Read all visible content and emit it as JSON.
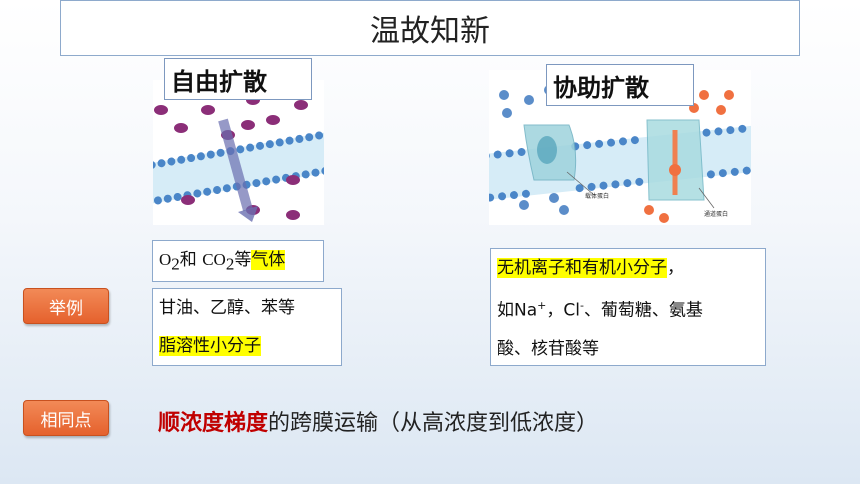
{
  "slide": {
    "title": "温故知新",
    "free_diffusion": {
      "label": "自由扩散"
    },
    "facilitated_diffusion": {
      "label": "协助扩散",
      "carrier_label": "载体蛋白",
      "channel_label": "通道蛋白"
    },
    "example_button": "举例",
    "same_button": "相同点",
    "box1": {
      "o2": "O",
      "sub2a": "2",
      "and": "和 ",
      "co2": "CO",
      "sub2b": "2",
      "deng": "等",
      "gas": "气体"
    },
    "box2": {
      "line1": "甘油、乙醇、苯等",
      "line2": "脂溶性小分子"
    },
    "box3": {
      "line1": "无机离子和有机小分子",
      "comma": "，",
      "ru": "如Na",
      "plus": "+",
      "sep": "，Cl",
      "minus": "-",
      "rest": "、葡萄糖、氨基",
      "line3": "酸、核苷酸等"
    },
    "common": {
      "red": "顺浓度梯度",
      "rest": "的跨膜运输（从高浓度到低浓度）"
    }
  },
  "colors": {
    "accent_orange": "#e5612d",
    "highlight": "#ffff00",
    "red_text": "#c00000",
    "border_blue": "#8eaacc"
  }
}
